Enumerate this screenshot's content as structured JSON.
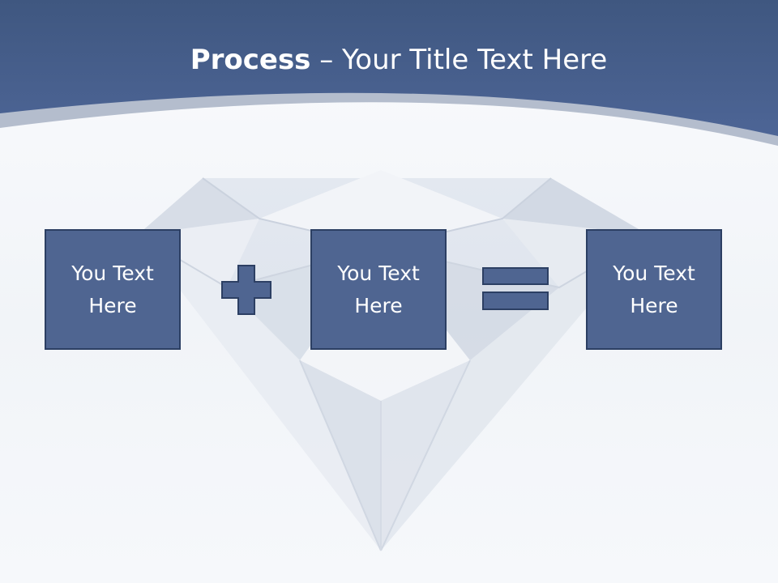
{
  "slide": {
    "title_bold": "Process",
    "title_rest": " – Your Title Text Here"
  },
  "boxes": [
    {
      "label": "You Text Here"
    },
    {
      "label": "You Text Here"
    },
    {
      "label": "You Text Here"
    }
  ],
  "operators": [
    "plus-icon",
    "equals-icon"
  ],
  "colors": {
    "header_blue": "#4b6391",
    "header_band": "#a9b4c8",
    "box_fill": "#4f6591",
    "box_border": "#2c3f63",
    "background": "#f4f6fa"
  }
}
